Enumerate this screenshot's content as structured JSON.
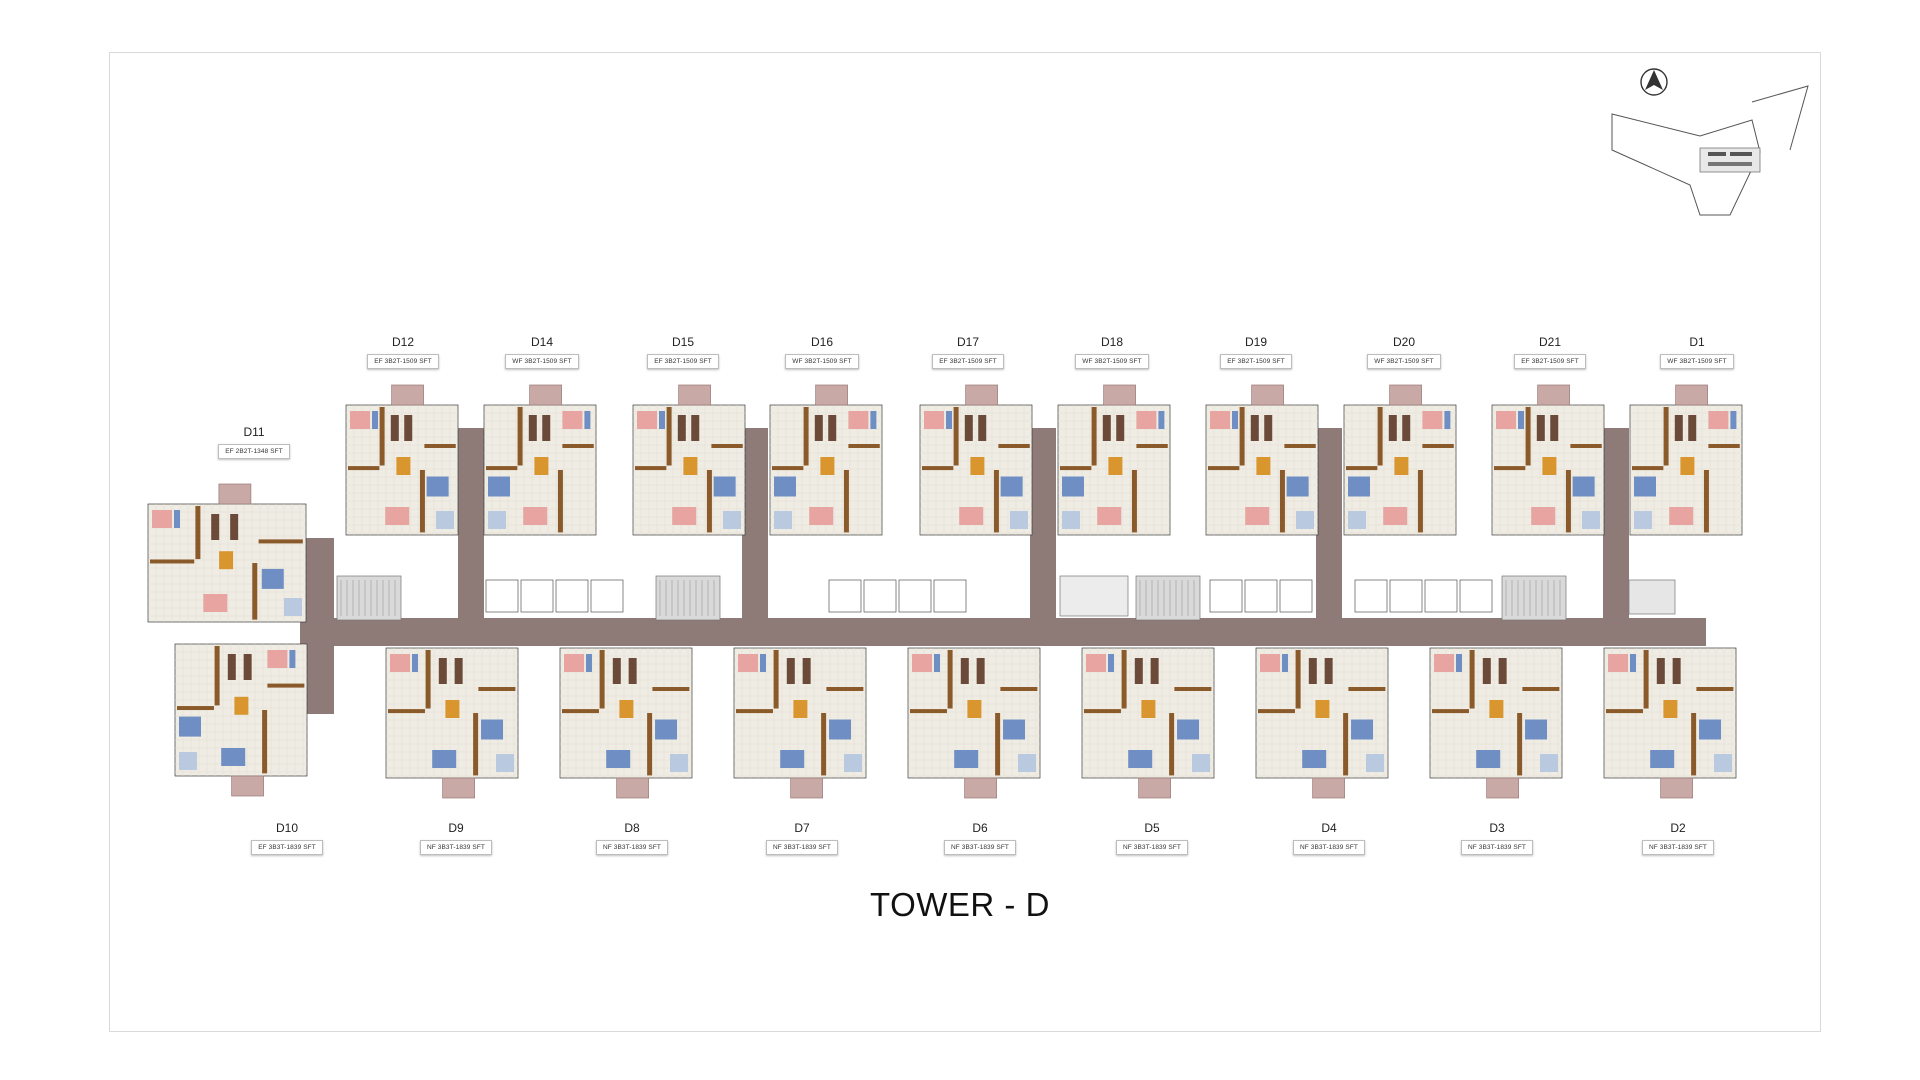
{
  "title": "TOWER - D",
  "units_top": [
    {
      "id": "D12",
      "spec": "EF 3B2T-1509 SFT"
    },
    {
      "id": "D14",
      "spec": "WF 3B2T-1509 SFT"
    },
    {
      "id": "D15",
      "spec": "EF 3B2T-1509 SFT"
    },
    {
      "id": "D16",
      "spec": "WF 3B2T-1509 SFT"
    },
    {
      "id": "D17",
      "spec": "EF 3B2T-1509 SFT"
    },
    {
      "id": "D18",
      "spec": "WF 3B2T-1509 SFT"
    },
    {
      "id": "D19",
      "spec": "EF 3B2T-1509 SFT"
    },
    {
      "id": "D20",
      "spec": "WF 3B2T-1509 SFT"
    },
    {
      "id": "D21",
      "spec": "EF 3B2T-1509 SFT"
    },
    {
      "id": "D1",
      "spec": "WF 3B2T-1509 SFT"
    }
  ],
  "unit_corner": {
    "id": "D11",
    "spec": "EF 2B2T-1348 SFT"
  },
  "units_bottom": [
    {
      "id": "D10",
      "spec": "EF 3B3T-1839 SFT"
    },
    {
      "id": "D9",
      "spec": "NF 3B3T-1839 SFT"
    },
    {
      "id": "D8",
      "spec": "NF 3B3T-1839 SFT"
    },
    {
      "id": "D7",
      "spec": "NF 3B3T-1839 SFT"
    },
    {
      "id": "D6",
      "spec": "NF 3B3T-1839 SFT"
    },
    {
      "id": "D5",
      "spec": "NF 3B3T-1839 SFT"
    },
    {
      "id": "D4",
      "spec": "NF 3B3T-1839 SFT"
    },
    {
      "id": "D3",
      "spec": "NF 3B3T-1839 SFT"
    },
    {
      "id": "D2",
      "spec": "NF 3B3T-1839 SFT"
    }
  ],
  "colors": {
    "corridor": "#8e7b78",
    "floor": "#efece4",
    "wall": "#3a3a3a",
    "balcony": "#c9a9a6",
    "bed_blue": "#6f8fc4",
    "bed_pink": "#e7a4a0",
    "wood": "#8a5a2b",
    "table": "#d9962f"
  },
  "icons": [
    "north-arrow-icon",
    "key-plan-icon"
  ]
}
